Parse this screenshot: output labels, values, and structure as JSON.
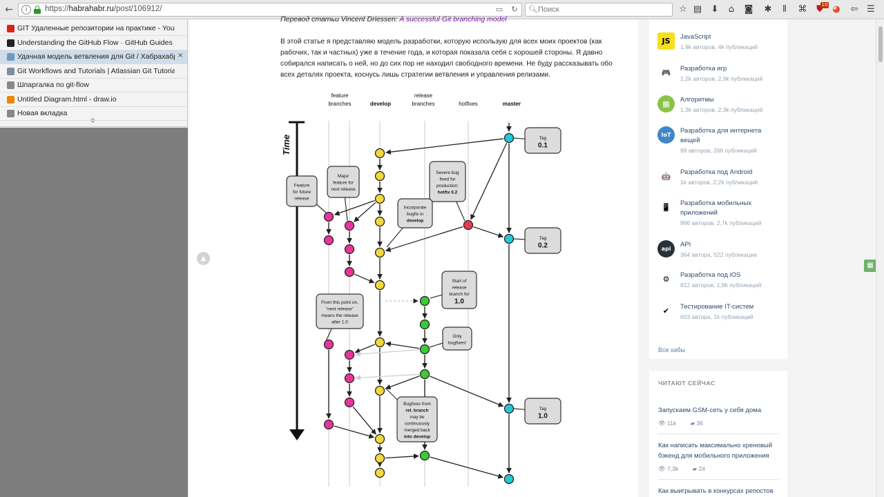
{
  "browser": {
    "url_scheme": "https://",
    "url_host": "habrahabr.ru",
    "url_path": "/post/106912/",
    "search_placeholder": "Поиск",
    "badge_count": "10"
  },
  "tabs": [
    {
      "title": "GIT Удаленные репозитории на практике - YouTube",
      "favicon_color": "#d9231d",
      "active": false
    },
    {
      "title": "Understanding the GitHub Flow · GitHub Guides",
      "favicon_color": "#222222",
      "active": false
    },
    {
      "title": "Удачная модель ветвления для Git / Хабрахабр",
      "favicon_color": "#6c9cbf",
      "active": true
    },
    {
      "title": "Git Workflows and Tutorials | Atlassian Git Tutorial",
      "favicon_color": "#7c8ea3",
      "active": false
    },
    {
      "title": "Шпаргалка по git-flow",
      "favicon_color": "#888888",
      "active": false
    },
    {
      "title": "Untitled Diagram.html - draw.io",
      "favicon_color": "#f08705",
      "active": false
    },
    {
      "title": "Новая вкладка",
      "favicon_color": "#888888",
      "active": false
    }
  ],
  "tab_close_glyph": "×",
  "article": {
    "translation_prefix": "Перевод статьи Vincent Driessen:",
    "translation_link": "A successful Git branching model",
    "paragraph_lines": [
      "В этой статье я представляю модель разработки, которую использую для всех моих проектов (как",
      "рабочих, так и частных) уже в течение года, и которая показала себя с хорошей стороны. Я давно",
      "собирался написать о ней, но до сих пор не находил свободного времени. Не буду рассказывать обо",
      "всех деталях проекта, коснусь лишь стратегии ветвления и управления релизами."
    ]
  },
  "diagram": {
    "headers": {
      "feature": [
        "feature",
        "branches"
      ],
      "develop": "develop",
      "release": [
        "release",
        "branches"
      ],
      "hotfixes": "hotfixes",
      "master": "master"
    },
    "time_label": "Time",
    "colors": {
      "master": "#28c6d6",
      "develop": "#f1d83c",
      "feature": "#e8359a",
      "release": "#3ec83a",
      "hotfix": "#ea3a52"
    },
    "callouts": {
      "tag01": [
        "Tag",
        "0.1"
      ],
      "tag02": [
        "Tag",
        "0.2"
      ],
      "tag10": [
        "Tag",
        "1.0"
      ],
      "feature_future": [
        "Feature",
        "for future",
        "release"
      ],
      "major_feature": [
        "Major",
        "feature for",
        "next release"
      ],
      "severe_bug": [
        "Severe bug",
        "fixed for",
        "production:",
        "hotfix 0.2"
      ],
      "incorporate": [
        "Incorporate",
        "bugfix in",
        "develop"
      ],
      "start_release": [
        "Start of",
        "release",
        "branch for",
        "1.0"
      ],
      "from_this_point": [
        "From this point on,",
        "“next release”",
        "means the release",
        "after 1.0"
      ],
      "only_bugfixes": [
        "Only",
        "bugfixes!"
      ],
      "bugfixes_from": [
        "Bugfixes from",
        "rel. branch",
        "may be",
        "continuously",
        "merged back",
        "into develop"
      ]
    }
  },
  "hubs": [
    {
      "name": "JavaScript",
      "stats": "1,9k авторов, 4k публикаций",
      "icon_text": "JS",
      "icon_bg": "#f7df1e"
    },
    {
      "name": "Разработка игр",
      "stats": "1,2k авторов, 2,9k публикаций",
      "icon_text": "🎮",
      "icon_bg": "#ffffff"
    },
    {
      "name": "Алгоритмы",
      "stats": "1,3k авторов, 2,3k публикаций",
      "icon_text": "▦",
      "icon_bg": "#8bc34a"
    },
    {
      "name": "Разработка для интернета вещей",
      "stats": "99 авторов, 266 публикаций",
      "icon_text": "IoT",
      "icon_bg": "#3f86c9"
    },
    {
      "name": "Разработка под Android",
      "stats": "1k авторов, 2,2k публикаций",
      "icon_text": "🤖",
      "icon_bg": "#ffffff"
    },
    {
      "name": "Разработка мобильных приложений",
      "stats": "996 авторов, 2,7k публикаций",
      "icon_text": "📱",
      "icon_bg": "#ffffff"
    },
    {
      "name": "API",
      "stats": "364 автора, 522 публикации",
      "icon_text": "api",
      "icon_bg": "#263238"
    },
    {
      "name": "Разработка под iOS",
      "stats": "812 авторов, 1,9k публикаций",
      "icon_text": "⚙",
      "icon_bg": "#ffffff"
    },
    {
      "name": "Тестирование IT-систем",
      "stats": "603 автора, 1k публикаций",
      "icon_text": "✔",
      "icon_bg": "#ffffff"
    }
  ],
  "all_hubs_link": "Все хабы",
  "reading_now": {
    "heading": "ЧИТАЮТ СЕЙЧАС",
    "posts": [
      {
        "title": "Запускаем GSM-сеть у себя дома",
        "views": "11k",
        "comments": "36"
      },
      {
        "title": "Как написать максимально хреновый бэкенд для мобильного приложения",
        "views": "7,3k",
        "comments": "24"
      },
      {
        "title": "Как выигрывать в конкурсах репостов",
        "views": "",
        "comments": ""
      }
    ]
  }
}
